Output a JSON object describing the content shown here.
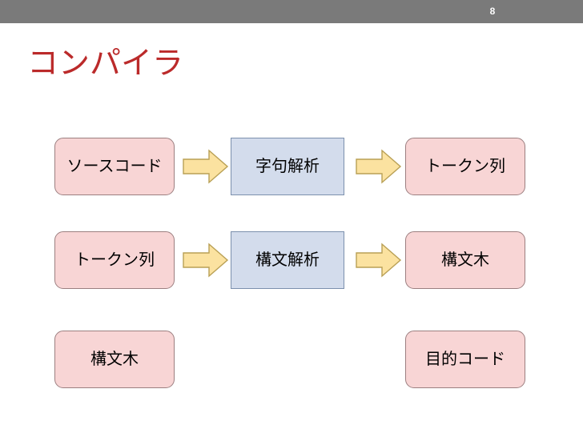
{
  "slide": {
    "page_number": "8",
    "title": "コンパイラ",
    "title_color": "#bb2a2a",
    "header_color": "#7a7a7a",
    "background_color": "#ffffff"
  },
  "colors": {
    "pink_fill": "#f8d5d5",
    "pink_border": "#9c7f80",
    "blue_fill": "#d3dcec",
    "blue_border": "#7c90ad",
    "arrow_fill": "#fbe2a0",
    "arrow_border": "#b9a055"
  },
  "diagram": {
    "type": "flow",
    "rows": [
      {
        "input": "ソースコード",
        "process": "字句解析",
        "output": "トークン列",
        "arrow1": "arrow-right-icon",
        "arrow2": "arrow-right-icon"
      },
      {
        "input": "トークン列",
        "process": "構文解析",
        "output": "構文木",
        "arrow1": "arrow-right-icon",
        "arrow2": "arrow-right-icon"
      },
      {
        "input": "構文木",
        "process": "",
        "output": "目的コード",
        "arrow1": "",
        "arrow2": ""
      }
    ]
  }
}
